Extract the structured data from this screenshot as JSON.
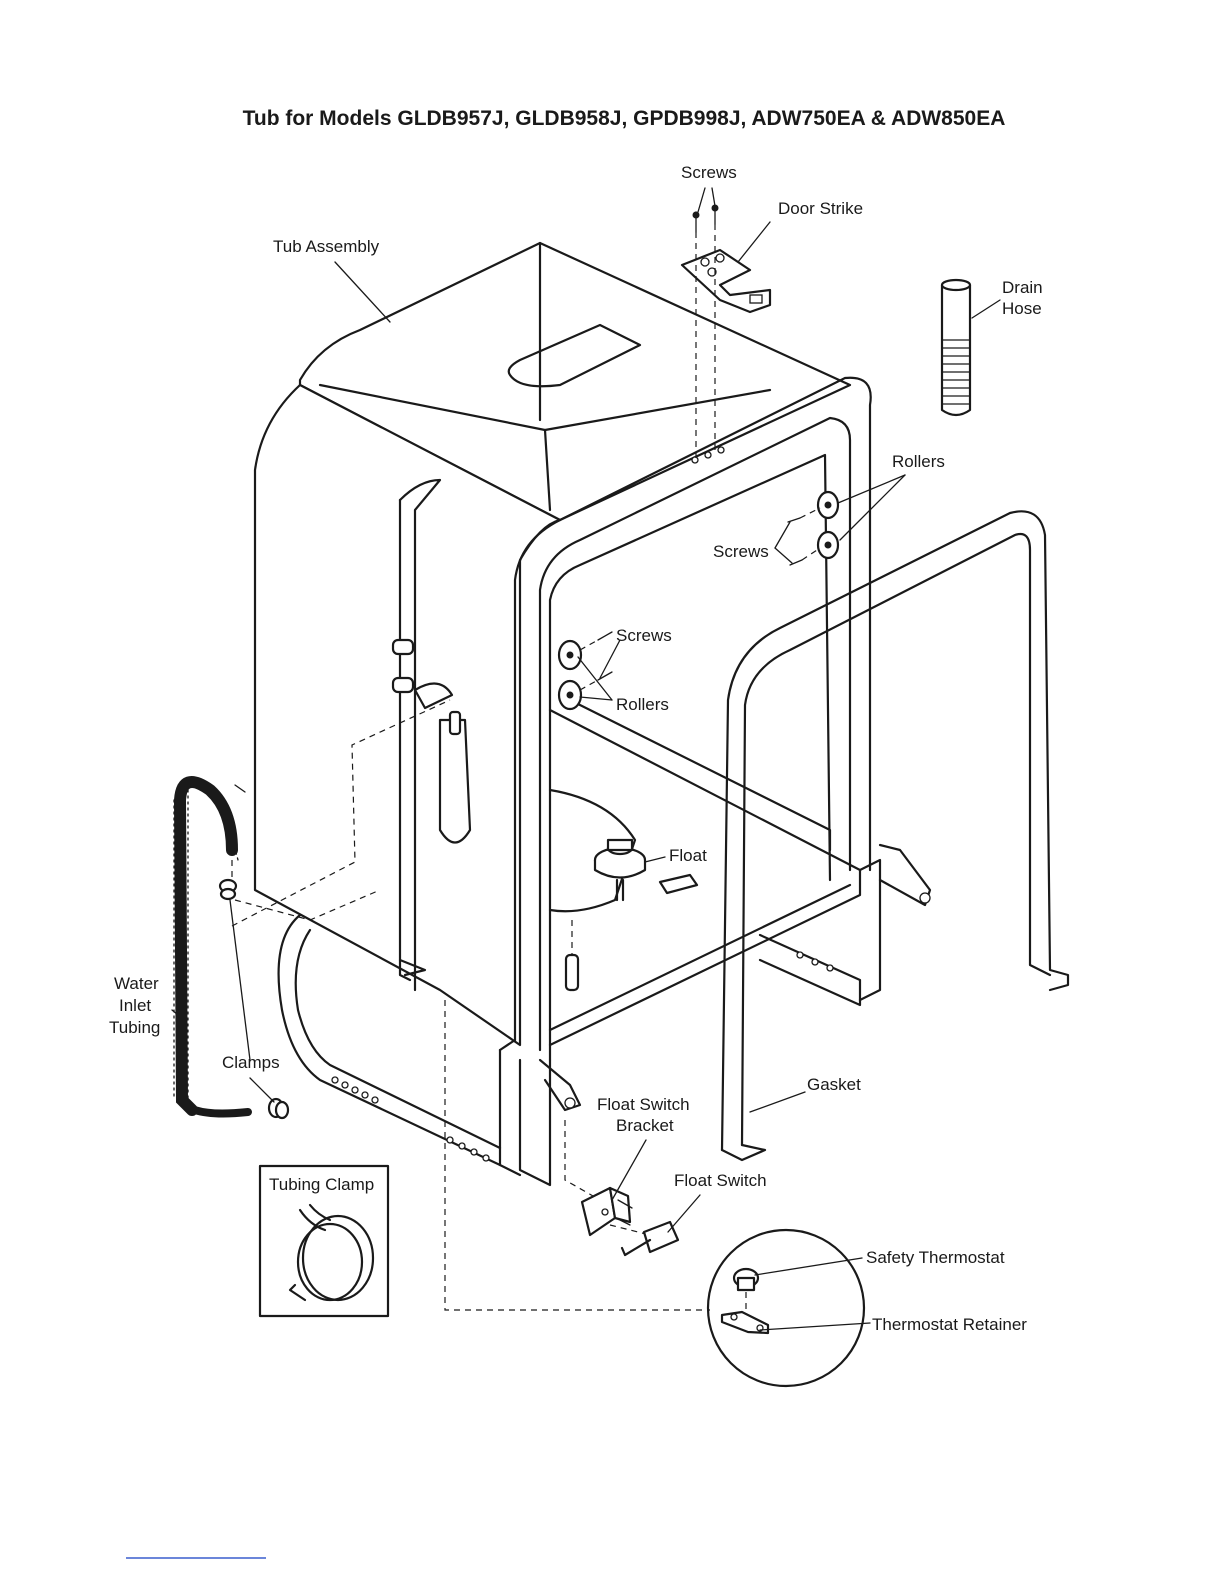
{
  "title": "Tub for Models GLDB957J, GLDB958J, GPDB998J, ADW750EA & ADW850EA",
  "labels": {
    "screws_top": "Screws",
    "door_strike": "Door Strike",
    "tub_assembly": "Tub Assembly",
    "drain_hose_1": "Drain",
    "drain_hose_2": "Hose",
    "rollers_right": "Rollers",
    "screws_right": "Screws",
    "screws_left": "Screws",
    "rollers_left": "Rollers",
    "float": "Float",
    "water_inlet_1": "Water",
    "water_inlet_2": "Inlet",
    "water_inlet_3": "Tubing",
    "clamps": "Clamps",
    "gasket": "Gasket",
    "float_switch_bracket_1": "Float Switch",
    "float_switch_bracket_2": "Bracket",
    "float_switch": "Float Switch",
    "tubing_clamp": "Tubing Clamp",
    "safety_thermostat": "Safety Thermostat",
    "thermostat_retainer": "Thermostat Retainer"
  }
}
